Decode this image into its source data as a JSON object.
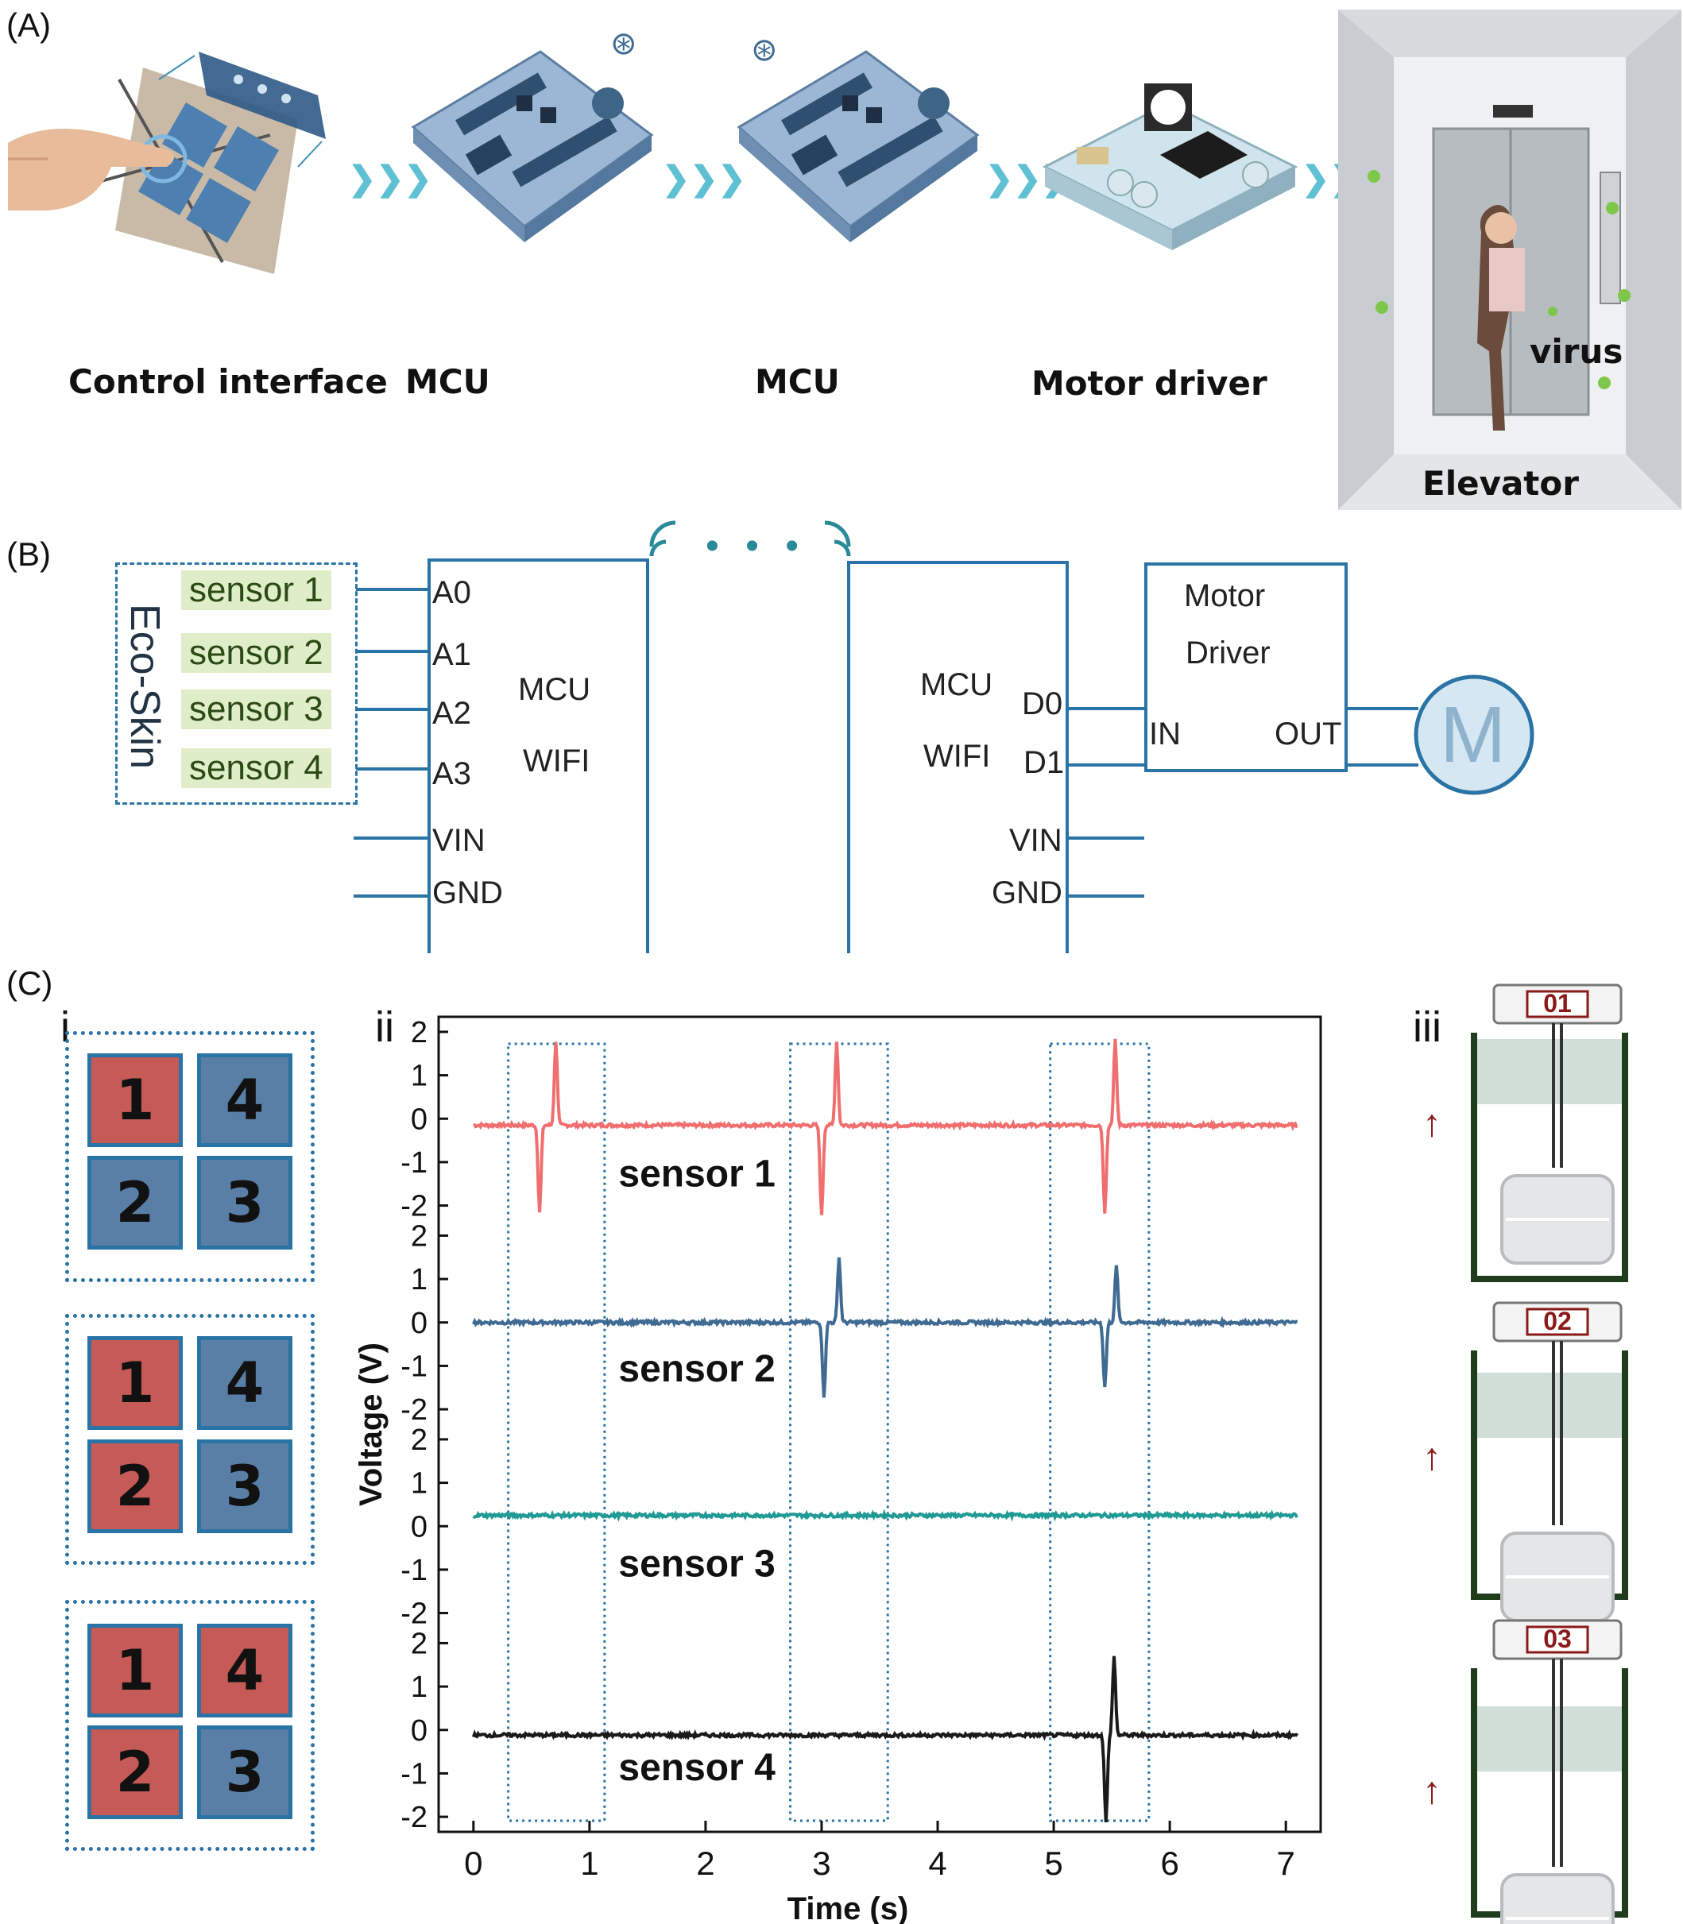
{
  "panel_a": {
    "label": "(A)",
    "captions": {
      "control_interface": "Control interface",
      "mcu_1": "MCU",
      "mcu_2": "MCU",
      "motor_driver": "Motor driver",
      "virus": "virus",
      "elevator": "Elevator"
    }
  },
  "panel_b": {
    "label": "(B)",
    "eco_skin": "Eco-Skin",
    "sensors": [
      "sensor 1",
      "sensor 2",
      "sensor 3",
      "sensor 4"
    ],
    "mcu_left": {
      "pins": [
        "A0",
        "A1",
        "A2",
        "A3",
        "VIN",
        "GND"
      ],
      "title": "MCU",
      "subtitle": "WIFI"
    },
    "dots": "• • •",
    "mcu_right": {
      "title": "MCU",
      "subtitle": "WIFI",
      "pins": [
        "D0",
        "D1",
        "VIN",
        "GND"
      ]
    },
    "motor_driver": {
      "line1": "Motor",
      "line2": "Driver",
      "in": "IN",
      "out": "OUT"
    },
    "motor": "M"
  },
  "panel_c": {
    "label": "(C)",
    "sub_i": "i",
    "sub_ii": "ii",
    "sub_iii": "iii",
    "grids": [
      {
        "tiles": [
          {
            "n": "1",
            "color": "red"
          },
          {
            "n": "4",
            "color": "blue"
          },
          {
            "n": "2",
            "color": "blue"
          },
          {
            "n": "3",
            "color": "blue"
          }
        ]
      },
      {
        "tiles": [
          {
            "n": "1",
            "color": "red"
          },
          {
            "n": "4",
            "color": "blue"
          },
          {
            "n": "2",
            "color": "red"
          },
          {
            "n": "3",
            "color": "blue"
          }
        ]
      },
      {
        "tiles": [
          {
            "n": "1",
            "color": "red"
          },
          {
            "n": "4",
            "color": "red"
          },
          {
            "n": "2",
            "color": "red"
          },
          {
            "n": "3",
            "color": "blue"
          }
        ]
      }
    ],
    "floors": [
      "01",
      "02",
      "03"
    ]
  },
  "chart_data": {
    "type": "line",
    "xlabel": "Time (s)",
    "ylabel": "Voltage (V)",
    "xlim": [
      -0.3,
      7.3
    ],
    "xticks": [
      "0",
      "1",
      "2",
      "3",
      "4",
      "5",
      "6",
      "7"
    ],
    "yticks": [
      "2",
      "1",
      "0",
      "-1",
      "-2"
    ],
    "ylim_each": [
      -2.2,
      2.2
    ],
    "highlight_windows_s": [
      [
        0.3,
        1.13
      ],
      [
        2.73,
        3.57
      ],
      [
        4.97,
        5.82
      ]
    ],
    "series": [
      {
        "name": "sensor 1",
        "color": "#f06e6e",
        "baseline": -0.15,
        "pulses": [
          {
            "t": 0.57,
            "dip": -2.0,
            "peak": 1.8,
            "t_peak": 0.71
          },
          {
            "t": 3.0,
            "dip": -2.1,
            "peak": 1.8,
            "t_peak": 3.13
          },
          {
            "t": 5.44,
            "dip": -2.0,
            "peak": 1.8,
            "t_peak": 5.53
          }
        ]
      },
      {
        "name": "sensor 2",
        "color": "#3f6a92",
        "baseline": 0.0,
        "pulses": [
          {
            "t": 3.02,
            "dip": -1.7,
            "peak": 1.5,
            "t_peak": 3.15
          },
          {
            "t": 5.44,
            "dip": -1.5,
            "peak": 1.3,
            "t_peak": 5.54
          }
        ]
      },
      {
        "name": "sensor 3",
        "color": "#1f9a94",
        "baseline": 0.25,
        "pulses": []
      },
      {
        "name": "sensor 4",
        "color": "#1a1a1a",
        "baseline": -0.12,
        "pulses": [
          {
            "t": 5.45,
            "dip": -2.0,
            "peak": 1.7,
            "t_peak": 5.52
          }
        ]
      }
    ]
  }
}
